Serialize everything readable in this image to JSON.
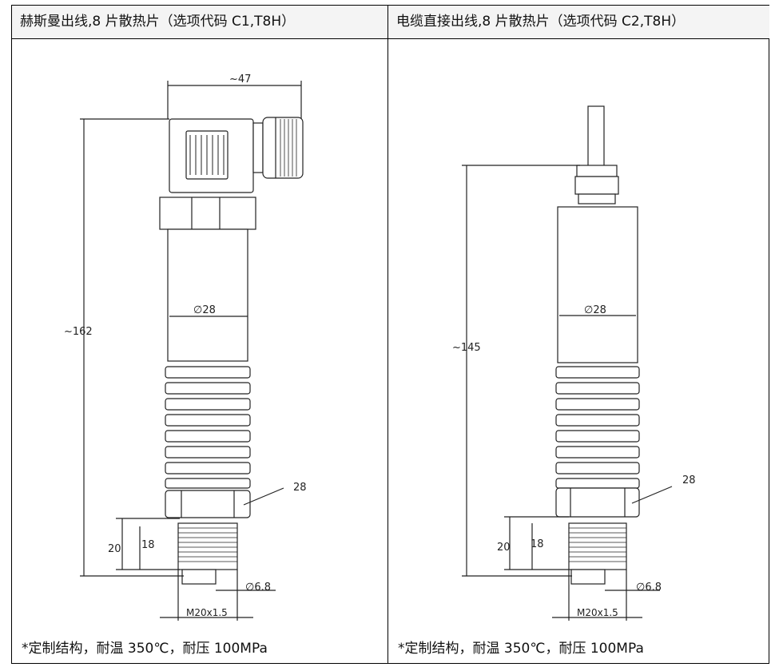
{
  "left_panel": {
    "title": "赫斯曼出线,8 片散热片（选项代码 C1,T8H）",
    "note": "*定制结构，耐温 350℃，耐压 100MPa",
    "dims": {
      "width_top": "~47",
      "height_total": "~162",
      "diameter_body": "∅28",
      "wrench": "28",
      "thread_20": "20",
      "thread_18": "18",
      "port_diameter": "∅6.8",
      "thread_spec": "M20x1.5"
    }
  },
  "right_panel": {
    "title": "电缆直接出线,8 片散热片（选项代码 C2,T8H）",
    "note": "*定制结构，耐温 350℃，耐压 100MPa",
    "dims": {
      "height_total": "~145",
      "diameter_body": "∅28",
      "wrench": "28",
      "thread_20": "20",
      "thread_18": "18",
      "port_diameter": "∅6.8",
      "thread_spec": "M20x1.5"
    }
  }
}
